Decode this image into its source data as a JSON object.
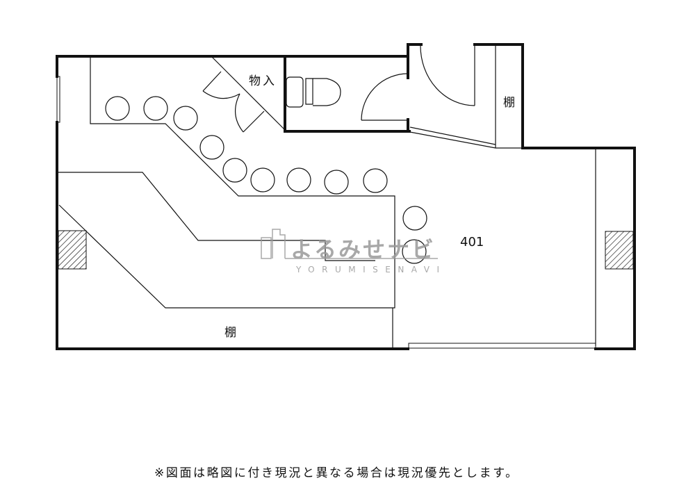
{
  "plan": {
    "room_number": "401",
    "labels": {
      "storage": "物入",
      "shelf_right": "棚",
      "shelf_bottom": "棚"
    },
    "stool_count": 11
  },
  "watermark": {
    "logo_jp": "よるみせナビ",
    "logo_en": "YORUMISENAVI"
  },
  "note": "※図面は略図に付き現況と異なる場合は現況優先とします。",
  "colors": {
    "line": "#111111",
    "watermark": "#9a9a9a"
  }
}
